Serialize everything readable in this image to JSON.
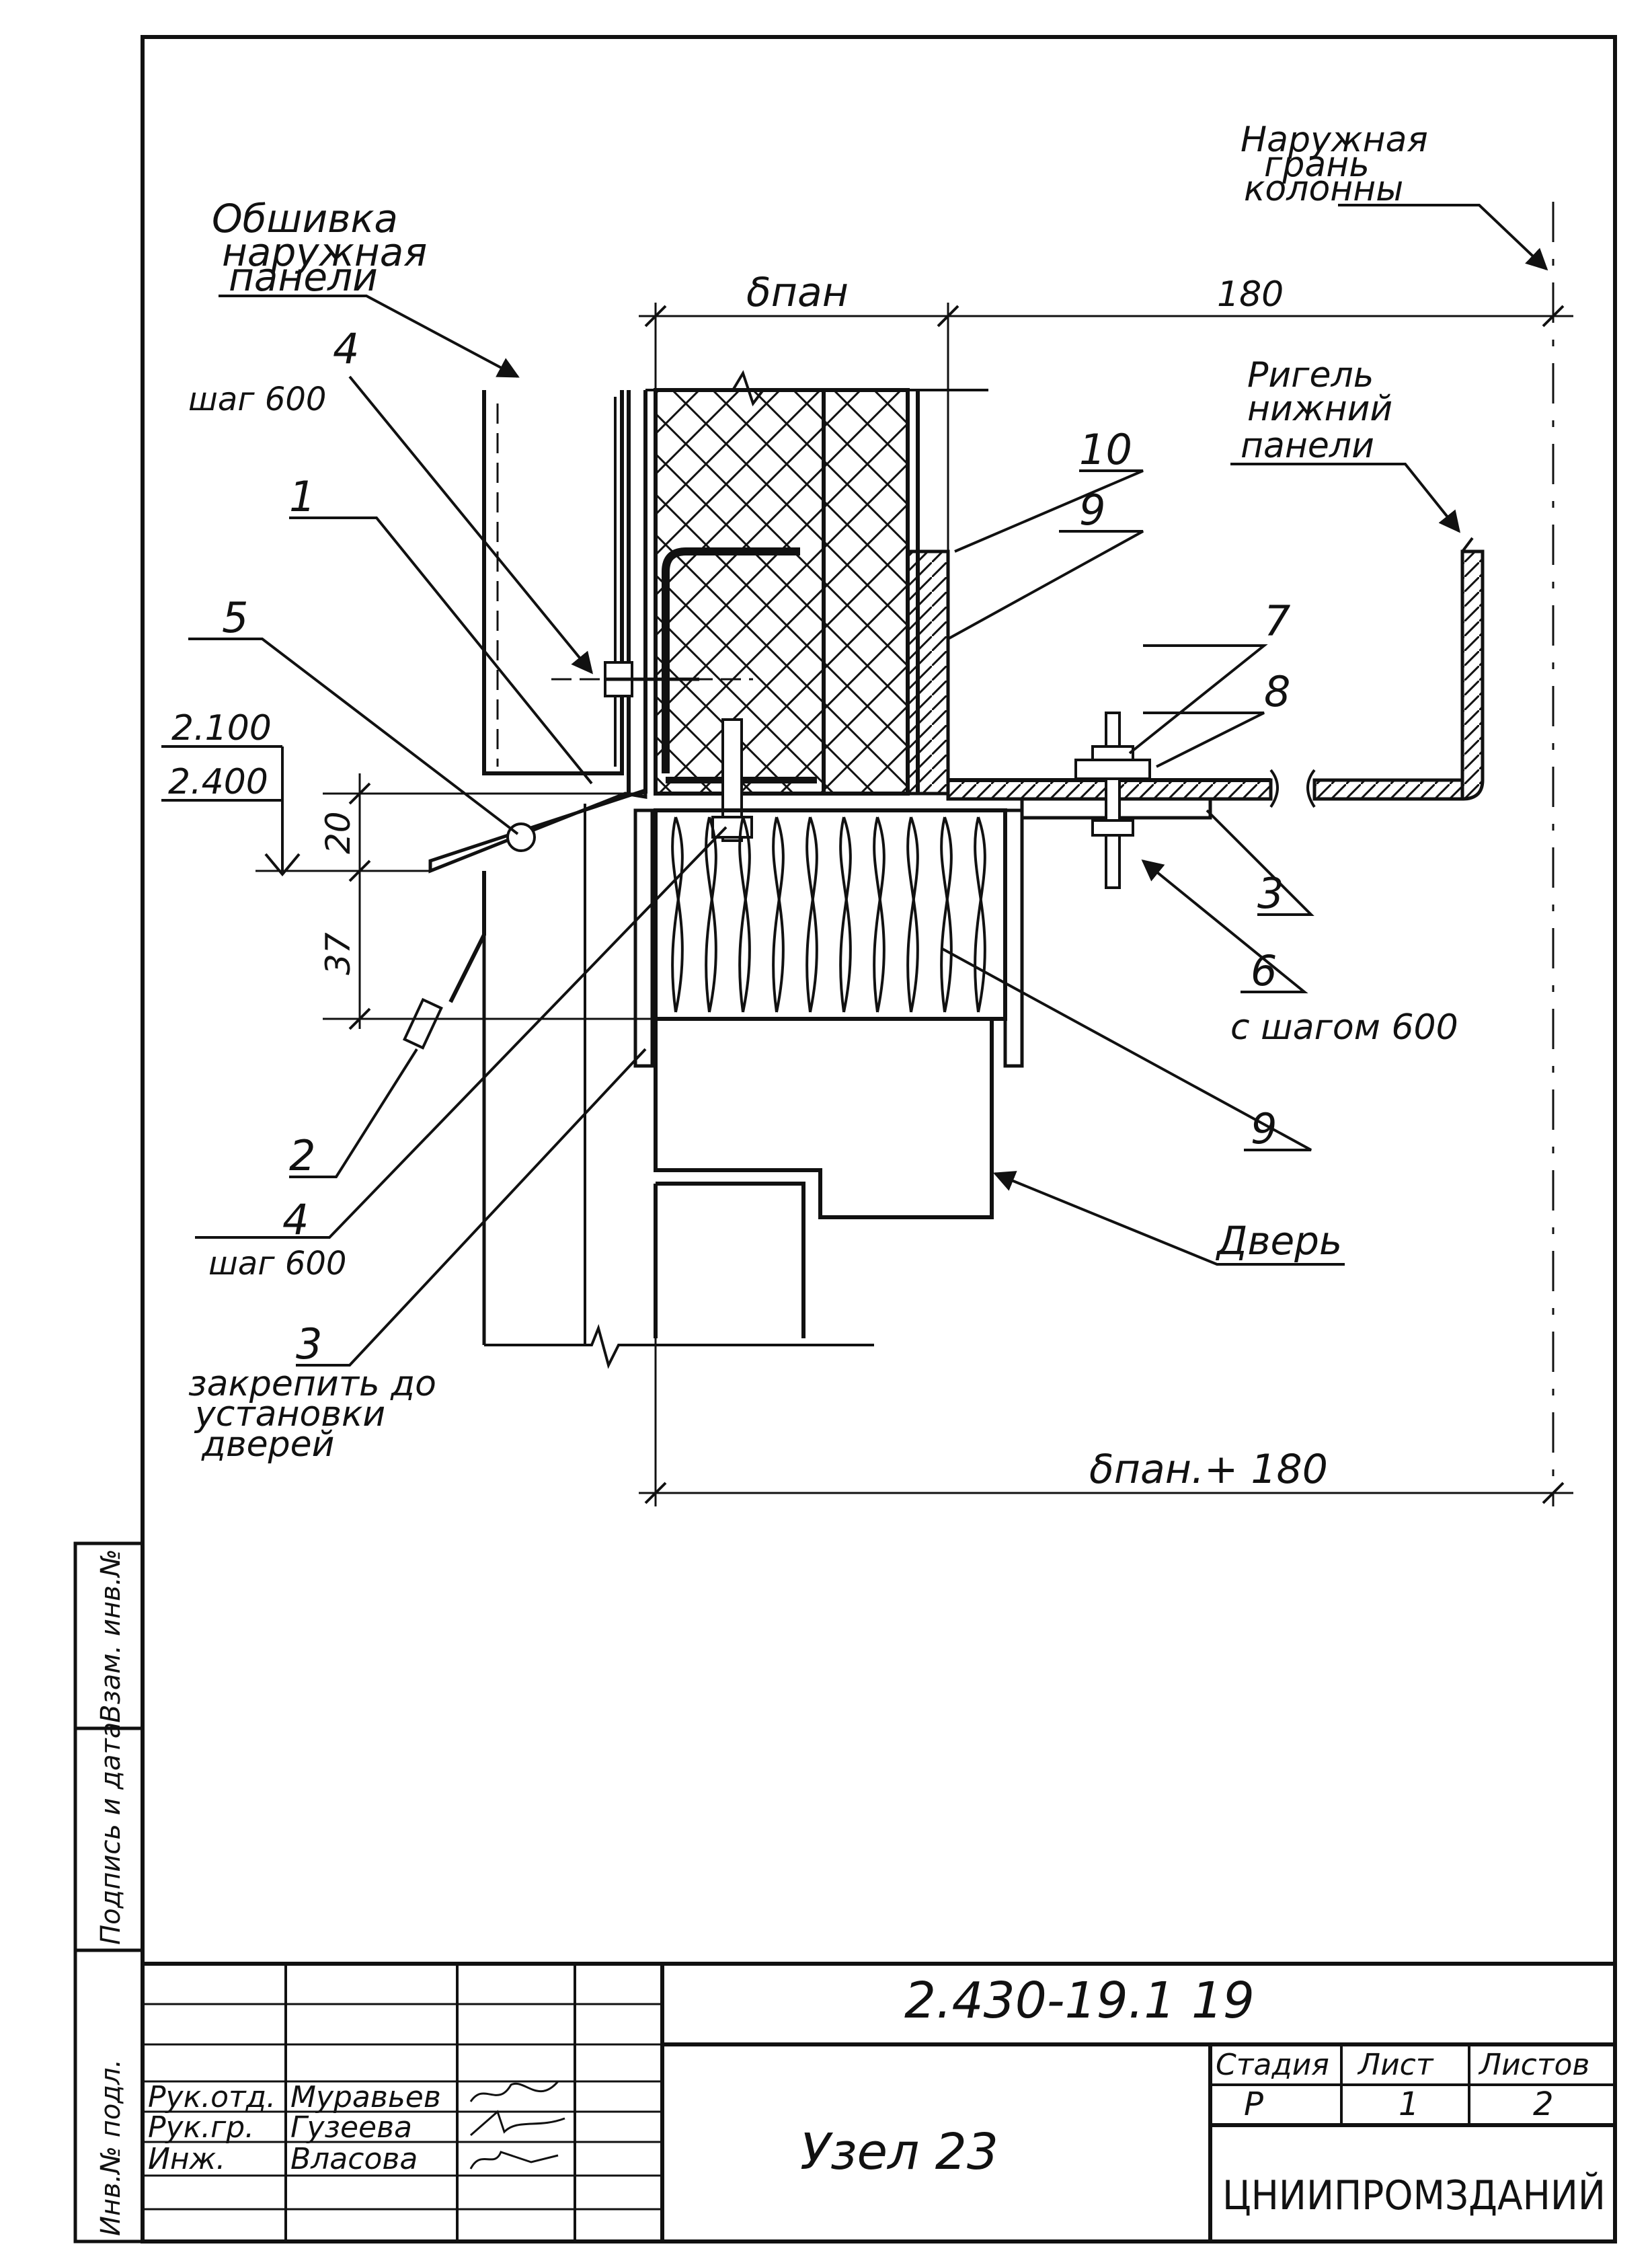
{
  "labels": {
    "outer_panel_skin": [
      "Обшивка",
      "наружная",
      "панели"
    ],
    "column_outer_face": [
      "Наружная",
      "грань",
      "колонны"
    ],
    "lower_panel_rail": [
      "Ригель",
      "нижний",
      "панели"
    ],
    "door": "Дверь",
    "b_pan": "δпан",
    "b_pan_plus": "δпан.+ 180",
    "dim_180": "180",
    "dim_20": "20",
    "dim_37": "37",
    "level_1": "2.100",
    "level_2": "2.400"
  },
  "callouts": {
    "c1": "1",
    "c2": "2",
    "c3_right": "3",
    "c3_bottom": "3",
    "c3_bottom_note": [
      "закрепить до",
      "установки",
      "дверей"
    ],
    "c4_top": "4",
    "c4_top_note": "шаг 600",
    "c4_bottom": "4",
    "c4_bottom_note": "шаг 600",
    "c5": "5",
    "c6": "6",
    "c6_note": "с шагом 600",
    "c7": "7",
    "c8": "8",
    "c9_top": "9",
    "c9_bottom": "9",
    "c10": "10"
  },
  "title_block": {
    "code": "2.430-19.1 19",
    "title": "Узел 23",
    "organization": "ЦНИИПРОМЗДАНИЙ",
    "stage_header": "Стадия",
    "sheet_header": "Лист",
    "sheets_header": "Листов",
    "stage_value": "Р",
    "sheet_value": "1",
    "sheets_value": "2",
    "roles": [
      {
        "role": "Рук.отд.",
        "name": "Муравьев"
      },
      {
        "role": "Рук.гр.",
        "name": "Гузеева"
      },
      {
        "role": "Инж.",
        "name": "Власова"
      }
    ]
  },
  "side_stamp": {
    "inv_orig": "Инв.№ подл.",
    "sign_date": "Подпись и дата",
    "replace_inv": "Взам. инв.№"
  }
}
